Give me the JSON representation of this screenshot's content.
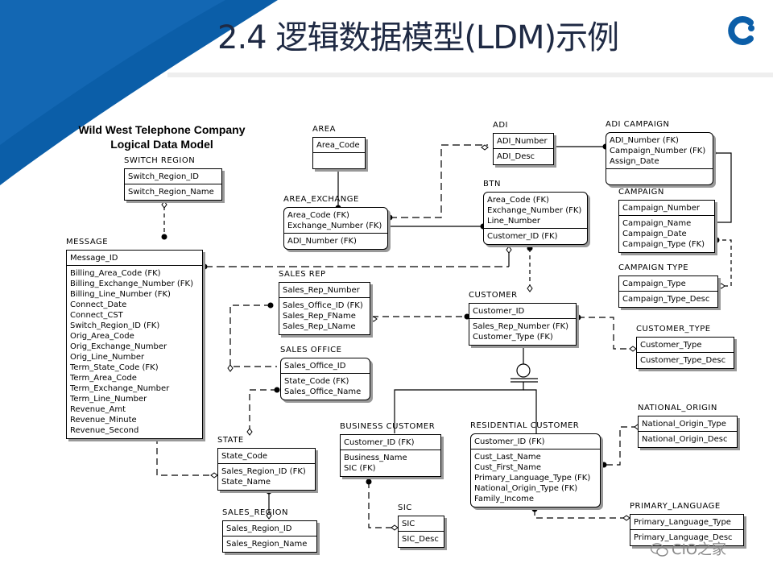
{
  "slide": {
    "title": "2.4 逻辑数据模型(LDM)示例"
  },
  "colors": {
    "accent": "#0b5ea8",
    "title": "#1f2a44",
    "rule": "#eeeeee"
  },
  "icons": {
    "logo": "cio-logo-c-icon",
    "watermark": "wechat-icon"
  },
  "diagram": {
    "heading": [
      "Wild West Telephone Company",
      "Logical Data Model"
    ],
    "entities": {
      "switch_region": {
        "name": "SWITCH REGION",
        "key": [
          "Switch_Region_ID"
        ],
        "attrs": [
          "Switch_Region_Name"
        ]
      },
      "area": {
        "name": "AREA",
        "key": [
          "Area_Code"
        ],
        "attrs": [
          ""
        ]
      },
      "area_exchange": {
        "name": "AREA_EXCHANGE",
        "key": [
          "Area_Code (FK)",
          "Exchange_Number (FK)"
        ],
        "attrs": [
          "ADI_Number (FK)"
        ]
      },
      "adi": {
        "name": "ADI",
        "key": [
          "ADI_Number"
        ],
        "attrs": [
          "ADI_Desc"
        ]
      },
      "adi_campaign": {
        "name": "ADI CAMPAIGN",
        "key": [
          "ADI_Number (FK)",
          "Campaign_Number (FK)",
          "Assign_Date"
        ],
        "attrs": [
          ""
        ]
      },
      "btn": {
        "name": "BTN",
        "key": [
          "Area_Code (FK)",
          "Exchange_Number (FK)",
          "Line_Number"
        ],
        "attrs": [
          "Customer_ID (FK)"
        ]
      },
      "campaign": {
        "name": "CAMPAIGN",
        "key": [
          "Campaign_Number"
        ],
        "attrs": [
          "Campaign_Name",
          "Campaign_Date",
          "Campaign_Type (FK)"
        ]
      },
      "campaign_type": {
        "name": "CAMPAIGN TYPE",
        "key": [
          "Campaign_Type"
        ],
        "attrs": [
          "Campaign_Type_Desc"
        ]
      },
      "message": {
        "name": "MESSAGE",
        "key": [
          "Message_ID"
        ],
        "attrs": [
          "Billing_Area_Code (FK)",
          "Billing_Exchange_Number (FK)",
          "Billing_Line_Number (FK)",
          "Connect_Date",
          "Connect_CST",
          "Switch_Region_ID (FK)",
          "Orig_Area_Code",
          "Orig_Exchange_Number",
          "Orig_Line_Number",
          "Term_State_Code (FK)",
          "Term_Area_Code",
          "Term_Exchange_Number",
          "Term_Line_Number",
          "Revenue_Amt",
          "Revenue_Minute",
          "Revenue_Second"
        ]
      },
      "sales_rep": {
        "name": "SALES REP",
        "key": [
          "Sales_Rep_Number"
        ],
        "attrs": [
          "Sales_Office_ID (FK)",
          "Sales_Rep_FName",
          "Sales_Rep_LName"
        ]
      },
      "customer": {
        "name": "CUSTOMER",
        "key": [
          "Customer_ID"
        ],
        "attrs": [
          "Sales_Rep_Number (FK)",
          "Customer_Type (FK)"
        ]
      },
      "customer_type": {
        "name": "CUSTOMER_TYPE",
        "key": [
          "Customer_Type"
        ],
        "attrs": [
          "Customer_Type_Desc"
        ]
      },
      "sales_office": {
        "name": "SALES OFFICE",
        "key": [
          "Sales_Office_ID"
        ],
        "attrs": [
          "State_Code (FK)",
          "Sales_Office_Name"
        ]
      },
      "state": {
        "name": "STATE",
        "key": [
          "State_Code"
        ],
        "attrs": [
          "Sales_Region_ID (FK)",
          "State_Name"
        ]
      },
      "business_customer": {
        "name": "BUSINESS CUSTOMER",
        "key": [
          "Customer_ID (FK)"
        ],
        "attrs": [
          "Business_Name",
          "SIC (FK)"
        ]
      },
      "residential_customer": {
        "name": "RESIDENTIAL CUSTOMER",
        "key": [
          "Customer_ID (FK)"
        ],
        "attrs": [
          "Cust_Last_Name",
          "Cust_First_Name",
          "Primary_Language_Type (FK)",
          "National_Origin_Type (FK)",
          "Family_Income"
        ]
      },
      "national_origin": {
        "name": "NATIONAL_ORIGIN",
        "key": [
          "National_Origin_Type"
        ],
        "attrs": [
          "National_Origin_Desc"
        ]
      },
      "sales_region": {
        "name": "SALES_REGION",
        "key": [
          "Sales_Region_ID"
        ],
        "attrs": [
          "Sales_Region_Name"
        ]
      },
      "sic": {
        "name": "SIC",
        "key": [
          "SIC"
        ],
        "attrs": [
          "SIC_Desc"
        ]
      },
      "primary_language": {
        "name": "PRIMARY_LANGUAGE",
        "key": [
          "Primary_Language_Type"
        ],
        "attrs": [
          "Primary_Language_Desc"
        ]
      }
    }
  },
  "watermark": {
    "text": "CIO之家"
  }
}
